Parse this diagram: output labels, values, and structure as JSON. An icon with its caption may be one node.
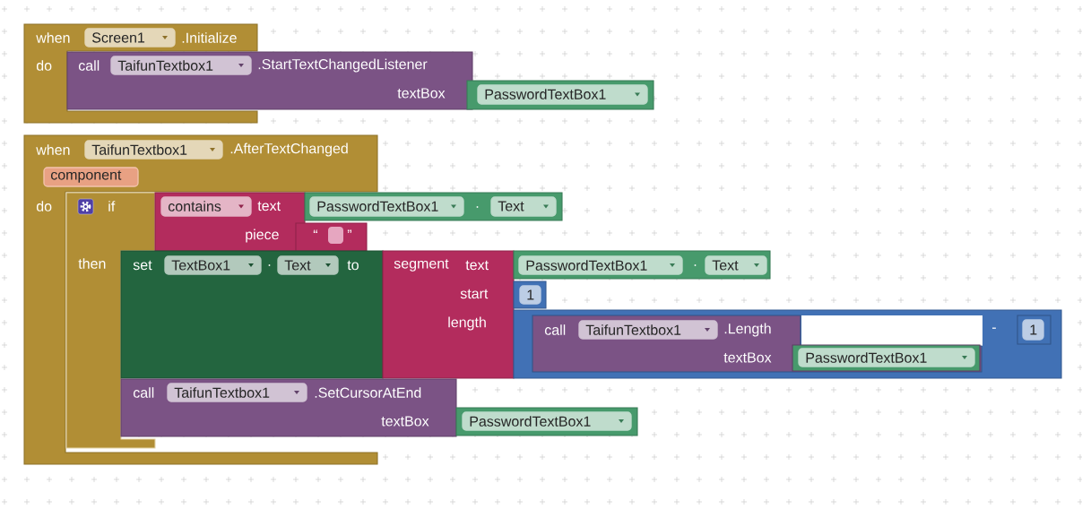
{
  "diagram": {
    "nodes": [
      {
        "text": [
          "when",
          ".Initialize",
          "do"
        ]
      },
      {
        "text": [
          "Screen1"
        ],
        "in": 0
      },
      {
        "text": [
          "call",
          ".StartTextChangedListener",
          "textBox"
        ]
      },
      {
        "text": [
          "TaifunTextbox1"
        ],
        "in": 2
      },
      {
        "text": [
          "PasswordTextBox1"
        ]
      },
      {
        "text": [
          "when",
          ".AfterTextChanged",
          "do"
        ]
      },
      {
        "text": [
          "TaifunTextbox1"
        ],
        "in": 5
      },
      {
        "text": [
          "component"
        ],
        "in": 5
      },
      {
        "text": [
          "if",
          "then"
        ],
        "in": 5
      },
      {
        "text": [
          "text",
          "piece"
        ]
      },
      {
        "text": [
          "contains"
        ],
        "in": 9
      },
      {
        "text": [
          "."
        ]
      },
      {
        "text": [
          "PasswordTextBox1"
        ],
        "in": 11
      },
      {
        "text": [
          "Text"
        ],
        "in": 11
      },
      {
        "text": [
          "“",
          "”"
        ]
      },
      {
        "text": [
          "set",
          ".",
          "to"
        ]
      },
      {
        "text": [
          "TextBox1"
        ],
        "in": 15
      },
      {
        "text": [
          "Text"
        ],
        "in": 15
      },
      {
        "text": [
          "segment",
          "text",
          "start",
          "length"
        ]
      },
      {
        "text": [
          "."
        ]
      },
      {
        "text": [
          "PasswordTextBox1"
        ],
        "in": 19
      },
      {
        "text": [
          "Text"
        ],
        "in": 19
      },
      {
        "text": [
          "1"
        ]
      },
      {
        "text": [
          "-"
        ]
      },
      {
        "text": [
          "call",
          ".Length",
          "textBox"
        ],
        "in": 23
      },
      {
        "text": [
          "TaifunTextbox1"
        ],
        "in": 24
      },
      {
        "text": [
          "PasswordTextBox1"
        ],
        "in": 24
      },
      {
        "text": [
          "1"
        ],
        "in": 23
      },
      {
        "text": [
          "call",
          ".SetCursorAtEnd",
          "textBox"
        ]
      },
      {
        "text": [
          "TaifunTextbox1"
        ],
        "in": 28
      },
      {
        "text": [
          "PasswordTextBox1"
        ]
      }
    ]
  }
}
